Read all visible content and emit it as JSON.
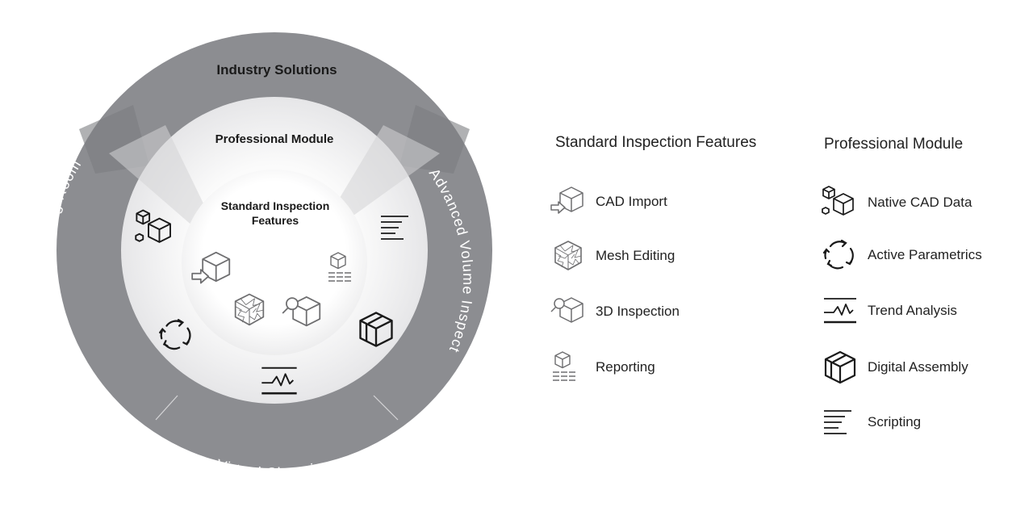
{
  "diagram": {
    "outer_ring_label": "Industry Solutions",
    "middle_ring_label": "Professional Module",
    "center_label_line1": "Standard Inspection",
    "center_label_line2": "Features",
    "segment_left": "Virtual Measuring Room",
    "segment_right": "Advanced Volume Inspect",
    "segment_bottom": "Virtual Clamping",
    "colors": {
      "outer_ring": "#8c8d91",
      "outer_ring_dark": "#7b7c80",
      "middle_ring": "#f2f2f3",
      "center": "#ffffff",
      "icon": "#1a1a1a",
      "icon_light": "#777777"
    }
  },
  "legend_standard": {
    "heading": "Standard Inspection Features",
    "items": [
      {
        "label": "CAD Import",
        "icon": "cad-import-icon"
      },
      {
        "label": "Mesh Editing",
        "icon": "mesh-editing-icon"
      },
      {
        "label": "3D Inspection",
        "icon": "3d-inspection-icon"
      },
      {
        "label": "Reporting",
        "icon": "reporting-icon"
      }
    ]
  },
  "legend_professional": {
    "heading": "Professional Module",
    "items": [
      {
        "label": "Native CAD Data",
        "icon": "native-cad-data-icon"
      },
      {
        "label": "Active Parametrics",
        "icon": "active-parametrics-icon"
      },
      {
        "label": "Trend Analysis",
        "icon": "trend-analysis-icon"
      },
      {
        "label": "Digital Assembly",
        "icon": "digital-assembly-icon"
      },
      {
        "label": "Scripting",
        "icon": "scripting-icon"
      }
    ]
  }
}
